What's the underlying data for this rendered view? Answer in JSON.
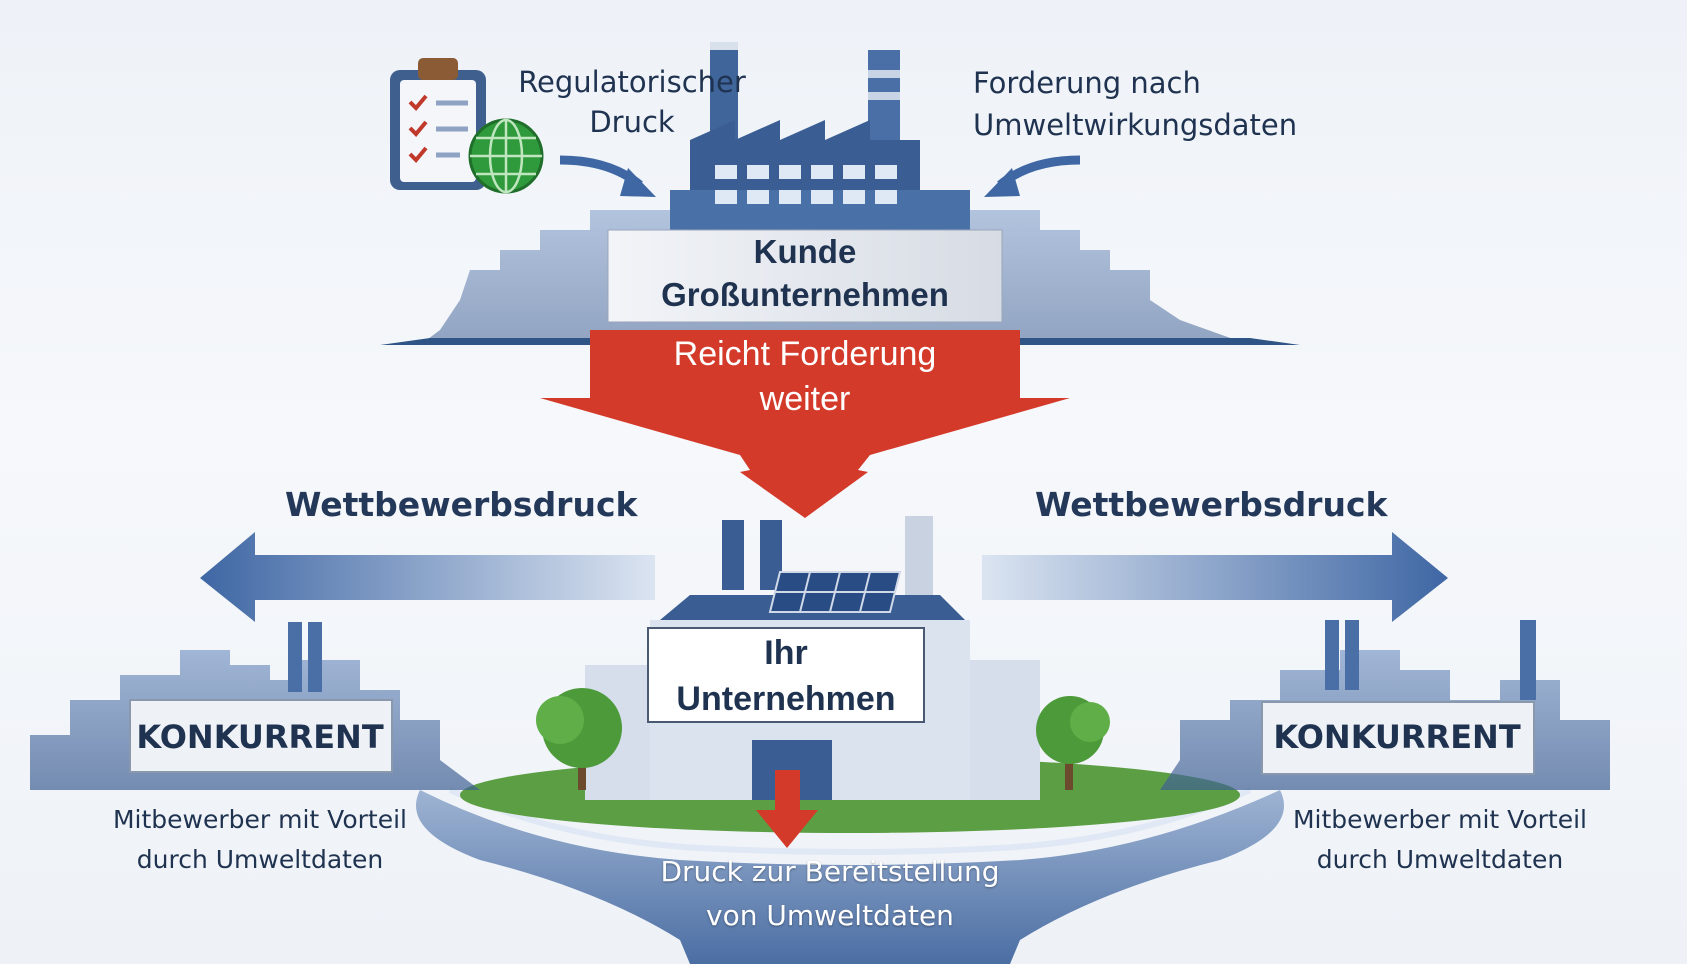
{
  "regulatory": {
    "line1": "Regulatorischer",
    "line2": "Druck"
  },
  "demand": {
    "line1": "Forderung nach",
    "line2": "Umweltwirkungsdaten"
  },
  "customer": {
    "line1": "Kunde",
    "line2": "Großunternehmen"
  },
  "pass_on": {
    "line1": "Reicht Forderung",
    "line2": "weiter"
  },
  "competition": {
    "left": "Wettbewerbsdruck",
    "right": "Wettbewerbsdruck"
  },
  "your_company": {
    "line1": "Ihr",
    "line2": "Unternehmen"
  },
  "competitor_left": {
    "label": "KONKURRENT",
    "desc1": "Mitbewerber mit Vorteil",
    "desc2": "durch Umweltdaten"
  },
  "competitor_right": {
    "label": "KONKURRENT",
    "desc1": "Mitbewerber mit Vorteil",
    "desc2": "durch Umweltdaten"
  },
  "pressure": {
    "line1": "Druck zur Bereitstellung",
    "line2": "von Umweltdaten"
  },
  "colors": {
    "navy": "#2f5486",
    "blue": "#4d78b4",
    "light_blue": "#9fb8db",
    "red": "#d43a2a",
    "green": "#3f9a3a"
  },
  "icons": [
    "clipboard-checklist-icon",
    "globe-icon"
  ]
}
